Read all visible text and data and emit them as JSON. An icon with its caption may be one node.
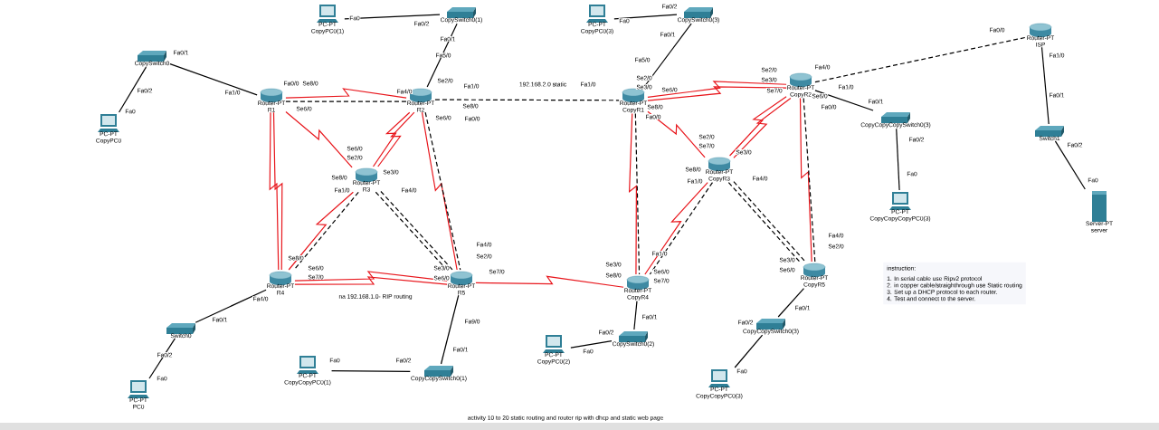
{
  "diagram": {
    "caption": "activity 10 to 20 static routing and router rip with dhcp and static web page",
    "nodes": [
      {
        "text": [
          "PC-PT",
          "CopyPC0(1)"
        ]
      },
      {
        "text": [
          "CopySwitch0(1)"
        ]
      },
      {
        "text": [
          "PC-PT",
          "CopyPC0(3)"
        ]
      },
      {
        "text": [
          "CopySwitch0(3)"
        ]
      },
      {
        "text": [
          "Router-PT",
          "ISP"
        ]
      },
      {
        "text": [
          "CopySwitch0"
        ]
      },
      {
        "text": [
          "Router-PT",
          "R1"
        ]
      },
      {
        "text": [
          "Router-PT",
          "R2"
        ]
      },
      {
        "text": [
          "Router-PT",
          "CopyR1"
        ]
      },
      {
        "text": [
          "Router-PT",
          "CopyR2"
        ]
      },
      {
        "text": [
          "CopyCopyCopySwitch0(3)"
        ]
      },
      {
        "text": [
          "PC-PT",
          "CopyPC0"
        ]
      },
      {
        "text": [
          "Switch1"
        ]
      },
      {
        "text": [
          "Router-PT",
          "R3"
        ]
      },
      {
        "text": [
          "Router-PT",
          "CopyR3"
        ]
      },
      {
        "text": [
          "PC-PT",
          "CopyCopyCopyPC0(3)"
        ]
      },
      {
        "text": [
          "Server-PT",
          "server"
        ]
      },
      {
        "text": [
          "instruction:",
          "1. In serial cable use Ripv2 protocol",
          "2. in copper cable/straighthrough use Static routing",
          "3. Set up a DHCP protocol to each router.",
          "4. Test and connect to the server."
        ]
      },
      {
        "text": [
          "Router-PT",
          "R4"
        ]
      },
      {
        "text": [
          "Router-PT",
          "R5"
        ]
      },
      {
        "text": [
          "Router-PT",
          "CopyR4"
        ]
      },
      {
        "text": [
          "Router-PT",
          "CopyR5"
        ]
      },
      {
        "text": [
          "Switch0"
        ]
      },
      {
        "text": [
          "CopySwitch0(2)"
        ]
      },
      {
        "text": [
          "CopyCopySwitch0(3)"
        ]
      },
      {
        "text": [
          "PC-PT",
          "CopyPC0(2)"
        ]
      },
      {
        "text": [
          "PC-PT",
          "CopyCopyPC0(1)"
        ]
      },
      {
        "text": [
          "CopyCopySwitch0(1)"
        ]
      },
      {
        "text": [
          "PC-PT",
          "CopyCopyPC0(3)"
        ]
      },
      {
        "text": [
          "PC-PT",
          "PC0"
        ]
      }
    ],
    "edges": [
      {
        "from": 6,
        "to": 5,
        "arrow": "none"
      },
      {
        "from": 5,
        "to": 11,
        "arrow": "none"
      },
      {
        "from": 0,
        "to": 1,
        "arrow": "none"
      },
      {
        "from": 1,
        "to": 7,
        "arrow": "none"
      },
      {
        "from": 2,
        "to": 3,
        "arrow": "none"
      },
      {
        "from": 3,
        "to": 8,
        "arrow": "none"
      },
      {
        "from": 9,
        "to": 10,
        "arrow": "none"
      },
      {
        "from": 10,
        "to": 15,
        "arrow": "none"
      },
      {
        "from": 4,
        "to": 12,
        "arrow": "none"
      },
      {
        "from": 12,
        "to": 16,
        "arrow": "none"
      },
      {
        "from": 18,
        "to": 22,
        "arrow": "none"
      },
      {
        "from": 22,
        "to": 29,
        "arrow": "none"
      },
      {
        "from": 19,
        "to": 27,
        "arrow": "none"
      },
      {
        "from": 26,
        "to": 27,
        "arrow": "none"
      },
      {
        "from": 20,
        "to": 23,
        "arrow": "none"
      },
      {
        "from": 23,
        "to": 25,
        "arrow": "none"
      },
      {
        "from": 21,
        "to": 24,
        "arrow": "none"
      },
      {
        "from": 24,
        "to": 28,
        "arrow": "none"
      },
      {
        "from": 7,
        "to": 8,
        "arrow": "none",
        "style": "dashed",
        "label": "192.168.2.0 static"
      },
      {
        "from": 9,
        "to": 4,
        "arrow": "none",
        "style": "dashed"
      },
      {
        "from": 6,
        "to": 7,
        "arrow": "none",
        "style": "dashed"
      },
      {
        "from": 6,
        "to": 7,
        "arrow": "none",
        "color": "#e8161c"
      },
      {
        "from": 6,
        "to": 13,
        "arrow": "none",
        "color": "#e8161c"
      },
      {
        "from": 6,
        "to": 18,
        "arrow": "none",
        "color": "#e8161c"
      },
      {
        "from": 6,
        "to": 18,
        "arrow": "none",
        "color": "#e8161c"
      },
      {
        "from": 7,
        "to": 13,
        "arrow": "none",
        "color": "#e8161c"
      },
      {
        "from": 7,
        "to": 13,
        "arrow": "none",
        "color": "#e8161c"
      },
      {
        "from": 7,
        "to": 19,
        "arrow": "none",
        "color": "#e8161c"
      },
      {
        "from": 7,
        "to": 19,
        "arrow": "none",
        "style": "dashed"
      },
      {
        "from": 13,
        "to": 18,
        "arrow": "none",
        "color": "#e8161c"
      },
      {
        "from": 13,
        "to": 18,
        "arrow": "none",
        "style": "dashed"
      },
      {
        "from": 13,
        "to": 19,
        "arrow": "none",
        "style": "dashed"
      },
      {
        "from": 13,
        "to": 19,
        "arrow": "none",
        "style": "dashed"
      },
      {
        "from": 18,
        "to": 19,
        "arrow": "none",
        "color": "#e8161c",
        "label": "na 192.168.1.0- RIP routing"
      },
      {
        "from": 18,
        "to": 19,
        "arrow": "none",
        "color": "#e8161c"
      },
      {
        "from": 19,
        "to": 20,
        "arrow": "none",
        "color": "#e8161c"
      },
      {
        "from": 8,
        "to": 9,
        "arrow": "none",
        "color": "#e8161c"
      },
      {
        "from": 8,
        "to": 9,
        "arrow": "none",
        "color": "#e8161c"
      },
      {
        "from": 8,
        "to": 14,
        "arrow": "none",
        "color": "#e8161c"
      },
      {
        "from": 8,
        "to": 20,
        "arrow": "none",
        "color": "#e8161c"
      },
      {
        "from": 8,
        "to": 20,
        "arrow": "none",
        "style": "dashed"
      },
      {
        "from": 9,
        "to": 14,
        "arrow": "none",
        "color": "#e8161c"
      },
      {
        "from": 9,
        "to": 14,
        "arrow": "none",
        "color": "#e8161c"
      },
      {
        "from": 9,
        "to": 21,
        "arrow": "none",
        "color": "#e8161c"
      },
      {
        "from": 9,
        "to": 21,
        "arrow": "none",
        "style": "dashed"
      },
      {
        "from": 14,
        "to": 20,
        "arrow": "none",
        "color": "#e8161c"
      },
      {
        "from": 14,
        "to": 20,
        "arrow": "none",
        "style": "dashed"
      },
      {
        "from": 14,
        "to": 21,
        "arrow": "none",
        "style": "dashed"
      },
      {
        "from": 14,
        "to": 21,
        "arrow": "none",
        "style": "dashed"
      }
    ],
    "labels": [
      "Fa0",
      "Fa0/2",
      "Fa0/1",
      "Fa5/0",
      "Fa0",
      "Fa0/2",
      "Fa0/1",
      "Fa5/0",
      "Fa0/0",
      "Fa1/0",
      "Fa0/1",
      "Fa0/2",
      "Fa0",
      "Fa0/1",
      "Fa0/2",
      "Fa0",
      "Fa1/0",
      "Se8/0",
      "Fa0/0",
      "Se6/0",
      "Se2/0",
      "Fa4/0",
      "Fa1/0",
      "Se8/0",
      "Se6/0",
      "Fa0/0",
      "Fa1/0",
      "Se2/0",
      "Se3/0",
      "Se6/0",
      "Se8/0",
      "Fa0/0",
      "Se2/0",
      "Se3/0",
      "Fa4/0",
      "Fa1/0",
      "Se7/0",
      "Se6/0",
      "Fa0/0",
      "Fa0/1",
      "Fa0/2",
      "Fa0",
      "Se6/0",
      "Se2/0",
      "Se3/0",
      "Se8/0",
      "Fa1/0",
      "Fa4/0",
      "Se2/0",
      "Se7/0",
      "Se3/0",
      "Se8/0",
      "Fa1/0",
      "Fa4/0",
      "Se8/0",
      "Se6/0",
      "Se7/0",
      "Fa4/0",
      "Fa0/1",
      "Fa0/2",
      "Fa0",
      "Fa4/0",
      "Se2/0",
      "Se3/0",
      "Se6/0",
      "Se7/0",
      "Fa9/0",
      "Fa0/1",
      "Fa0/2",
      "Fa0",
      "Fa1/0",
      "Se3/0",
      "Se8/0",
      "Se6/0",
      "Se7/0",
      "Fa0/1",
      "Fa0/2",
      "Fa0",
      "Fa4/0",
      "Se2/0",
      "Se3/0",
      "Se6/0",
      "Fa0/1",
      "Fa0/2",
      "Fa0"
    ]
  }
}
